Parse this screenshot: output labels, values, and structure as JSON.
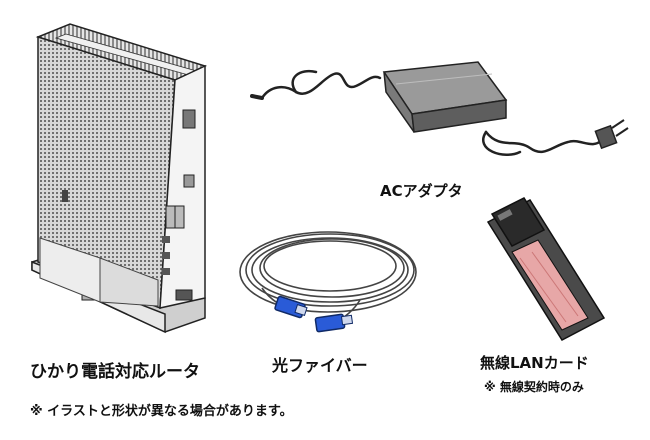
{
  "items": {
    "router": {
      "label": "ひかり電話対応ルータ"
    },
    "fiber": {
      "label": "光ファイバー"
    },
    "ac_adapter": {
      "label": "ACアダプタ"
    },
    "lan_card": {
      "label": "無線LANカード",
      "note": "※ 無線契約時のみ"
    }
  },
  "footnote": "※ イラストと形状が異なる場合があります。"
}
